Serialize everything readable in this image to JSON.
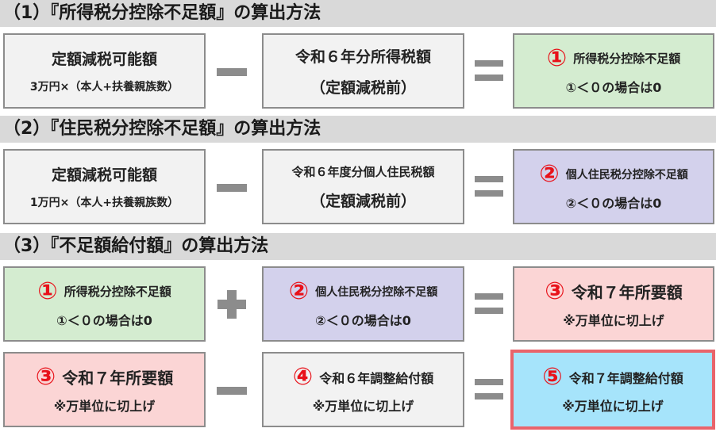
{
  "section1": {
    "title": "（1）『所得税分控除不足額』の算出方法",
    "box_a": {
      "line1": "定額減税可能額",
      "line2": "3万円×（本人+扶養親族数）"
    },
    "box_b": {
      "line1": "令和６年分所得税額",
      "line2": "（定額減税前）"
    },
    "box_c": {
      "num": "①",
      "line1": "所得税分控除不足額",
      "line2": "①＜０の場合は0"
    }
  },
  "section2": {
    "title": "（2）『住民税分控除不足額』の算出方法",
    "box_a": {
      "line1": "定額減税可能額",
      "line2": "1万円×（本人+扶養親族数）"
    },
    "box_b": {
      "line1": "令和６年度分個人住民税額",
      "line2": "（定額減税前）"
    },
    "box_c": {
      "num": "②",
      "line1": "個人住民税分控除不足額",
      "line2": "②＜０の場合は0"
    }
  },
  "section3": {
    "title": "（3）『不足額給付額』の算出方法",
    "row1": {
      "box_a": {
        "num": "①",
        "line1": "所得税分控除不足額",
        "line2": "①＜０の場合は0"
      },
      "box_b": {
        "num": "②",
        "line1": "個人住民税分控除不足額",
        "line2": "②＜０の場合は0"
      },
      "box_c": {
        "num": "③",
        "line1": "令和７年所要額",
        "line2": "※万単位に切上げ"
      }
    },
    "row2": {
      "box_a": {
        "num": "③",
        "line1": "令和７年所要額",
        "line2": "※万単位に切上げ"
      },
      "box_b": {
        "num": "④",
        "line1": "令和６年調整給付額",
        "line2": "※万単位に切上げ"
      },
      "box_c": {
        "num": "⑤",
        "line1": "令和７年調整給付額",
        "line2": "※万単位に切上げ"
      }
    }
  },
  "colors": {
    "header_bg": "#d9d9d9",
    "gray_box": "#f2f2f2",
    "green_box": "#d4ecd0",
    "purple_box": "#d3d1ec",
    "pink_box": "#fbd5d5",
    "blue_box": "#a6e4fb",
    "number_red": "#e8121a",
    "highlight_border": "#e9646b",
    "operator_gray": "#8c8c8c"
  }
}
